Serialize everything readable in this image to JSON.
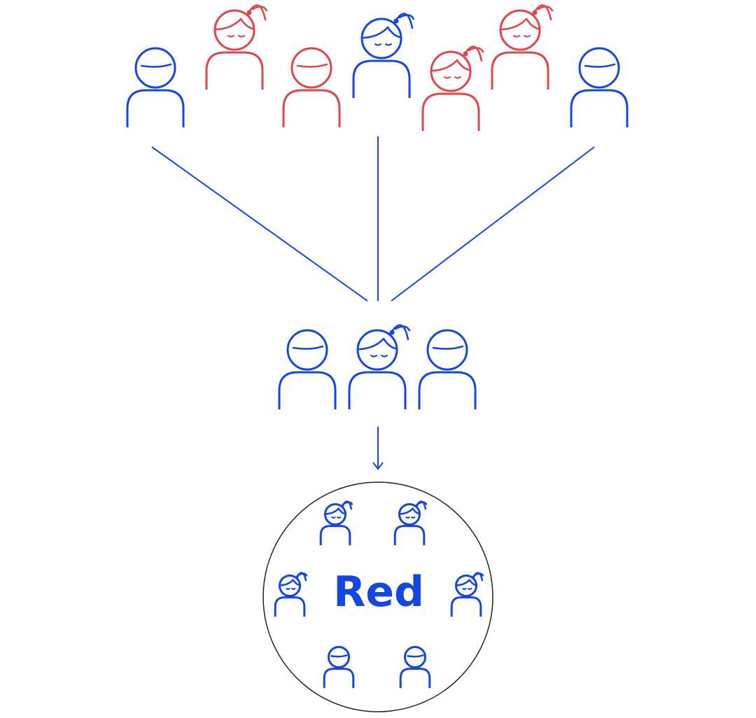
{
  "colors": {
    "blue": "#1446e0",
    "red": "#e0454a",
    "outline": "#222222",
    "background": "#ffffff"
  },
  "diagram": {
    "top_group": [
      {
        "gender": "male",
        "color": "blue"
      },
      {
        "gender": "female",
        "color": "red"
      },
      {
        "gender": "male",
        "color": "red"
      },
      {
        "gender": "female",
        "color": "blue"
      },
      {
        "gender": "female",
        "color": "red"
      },
      {
        "gender": "female",
        "color": "red"
      },
      {
        "gender": "male",
        "color": "blue"
      }
    ],
    "selected_group": [
      {
        "gender": "male",
        "color": "blue"
      },
      {
        "gender": "female",
        "color": "blue"
      },
      {
        "gender": "male",
        "color": "blue"
      }
    ],
    "circle_members": [
      {
        "gender": "female",
        "color": "blue"
      },
      {
        "gender": "female",
        "color": "blue"
      },
      {
        "gender": "female",
        "color": "blue"
      },
      {
        "gender": "female",
        "color": "blue"
      },
      {
        "gender": "male",
        "color": "blue"
      },
      {
        "gender": "male",
        "color": "blue"
      }
    ],
    "circle_label": "Red"
  }
}
